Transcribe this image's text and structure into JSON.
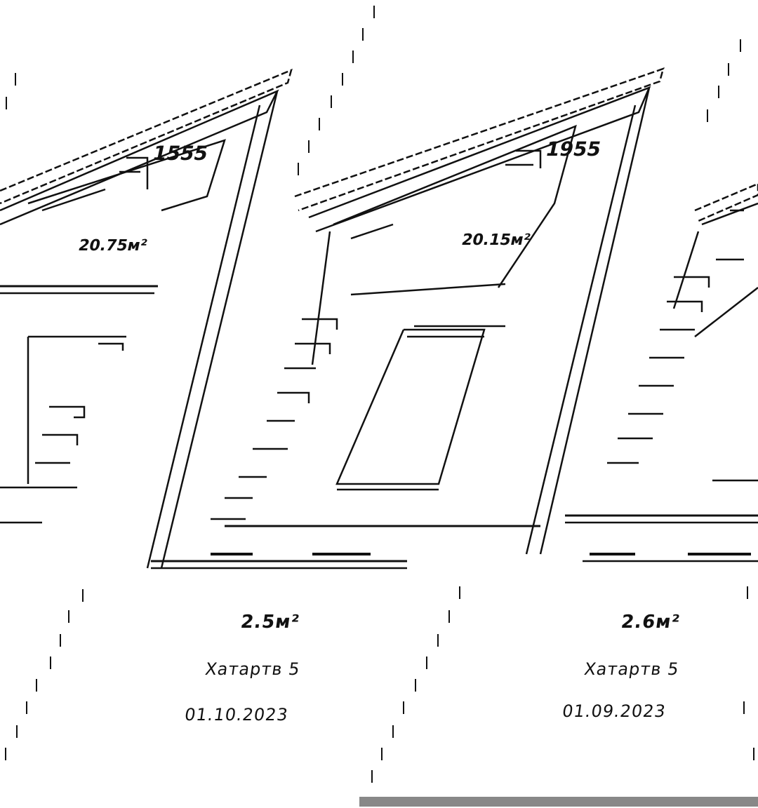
{
  "colors": {
    "background": "#ffffff",
    "line": "#111111",
    "scrollbar": "#888888"
  },
  "plans": [
    {
      "stamp": "1555",
      "room_area": "20.75м²",
      "caption": {
        "area": "2.5м²",
        "name": "Хатартв 5",
        "date": "01.10.2023"
      }
    },
    {
      "stamp": "1955",
      "room_area": "20.15м²",
      "caption": {
        "area": "2.6м²",
        "name": "Хатартв 5",
        "date": "01.09.2023"
      }
    }
  ]
}
